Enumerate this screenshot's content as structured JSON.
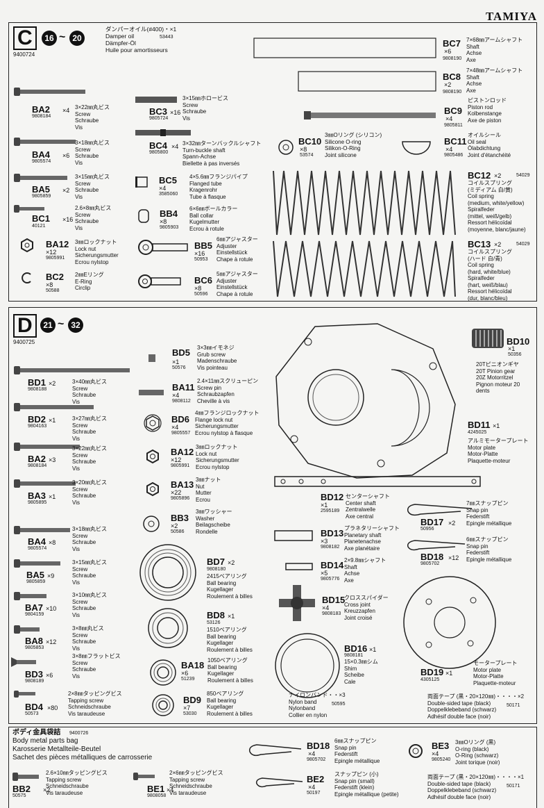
{
  "brand": "TAMIYA",
  "section_c": {
    "letter": "C",
    "from": "16",
    "to": "20",
    "number": "9400724",
    "oil": {
      "title": "ダンパーオイル(#400)・×1",
      "en": "Damper oil",
      "de": "Dämpfer-Öl",
      "fr": "Huile pour amortisseurs",
      "pn": "53443"
    },
    "parts": [
      {
        "code": "BA2",
        "qty": "×4",
        "pn": "9808184",
        "desc": "3×22㎜丸ビス\nScrew\nSchraube\nVis"
      },
      {
        "code": "BA4",
        "qty": "×6",
        "pn": "9805574",
        "desc": "3×18㎜丸ビス\nScrew\nSchraube\nVis"
      },
      {
        "code": "BA5",
        "qty": "×2",
        "pn": "9805859",
        "desc": "3×15㎜丸ビス\nScrew\nSchraube\nVis"
      },
      {
        "code": "BC1",
        "qty": "×16",
        "pn": "40121",
        "desc": "2.6×8㎜丸ビス\nScrew\nSchraube\nVis"
      },
      {
        "code": "BA12",
        "qty": "×12",
        "pn": "9805991",
        "desc": "3㎜ロックナット\nLock nut\nSicherungsmutter\nEcrou nylstop"
      },
      {
        "code": "BC2",
        "qty": "×8",
        "pn": "50588",
        "desc": "2㎜Eリング\nE-Ring\nCirclip"
      },
      {
        "code": "BC3",
        "qty": "×16",
        "pn": "9805724",
        "desc": "3×15㎜ホロービス\nScrew\nSchraube\nVis"
      },
      {
        "code": "BC4",
        "qty": "×4",
        "pn": "9805800",
        "desc": "3×32㎜ターンバックルシャフト\nTurn-buckle shaft\nSpann-Achse\nBiellette à pas inversés"
      },
      {
        "code": "BC5",
        "qty": "×4",
        "pn": "3585060",
        "desc": "4×5.6㎜フランジパイプ\nFlanged tube\nKragenrohr\nTube à flasque"
      },
      {
        "code": "BB4",
        "qty": "×8",
        "pn": "9805903",
        "desc": "6×6㎜ボールカラー\nBall collar\nKugelmutter\nEcrou à rotule"
      },
      {
        "code": "BB5",
        "qty": "×16",
        "pn": "50953",
        "desc": "6㎜アジャスター\nAdjuster\nEinstellstück\nChape à rotule"
      },
      {
        "code": "BC6",
        "qty": "×8",
        "pn": "50596",
        "desc": "5㎜アジャスター\nAdjuster\nEinstellstück\nChape à rotule"
      },
      {
        "code": "BC10",
        "qty": "×8",
        "pn": "53574",
        "desc": "3㎜Oリング (シリコン)\nSilicone O-ring\nSilikon-O-Ring\nJoint silicone"
      },
      {
        "code": "BC7",
        "qty": "×6",
        "pn": "9808190",
        "desc": "7×68㎜アームシャフト\nShaft\nAchse\nAxe"
      },
      {
        "code": "BC8",
        "qty": "×2",
        "pn": "9808190",
        "desc": "7×48㎜アームシャフト\nShaft\nAchse\nAxe"
      },
      {
        "code": "BC9",
        "qty": "×4",
        "pn": "9805811",
        "desc": "ピストンロッド\nPiston rod\nKolbenstange\nAxe de piston"
      },
      {
        "code": "BC11",
        "qty": "×4",
        "pn": "9805486",
        "desc": "オイルシール\nOil seal\nÖlabdichtung\nJoint d'étanchéité"
      },
      {
        "code": "BC12",
        "qty": "×2",
        "pn": "54029",
        "desc": "コイルスプリング\n(ミディアム 白/黄)\nCoil spring\n(medium, white/yellow)\nSpiralfeder\n(mittel, weiß/gelb)\nRessort hélicoïdal\n(moyenne, blanc/jaune)"
      },
      {
        "code": "BC13",
        "qty": "×2",
        "pn": "54029",
        "desc": "コイルスプリング\n(ハード 白/青)\nCoil spring\n(hard, white/blue)\nSpiralfeder\n(hart, weiß/blau)\nRessort hélicoïdal\n(dur, blanc/bleu)"
      }
    ]
  },
  "section_d": {
    "letter": "D",
    "from": "21",
    "to": "32",
    "number": "9400725",
    "parts": [
      {
        "code": "BD1",
        "qty": "×2",
        "pn": "9808188",
        "desc": "3×40㎜丸ビス\nScrew\nSchraube\nVis"
      },
      {
        "code": "BD2",
        "qty": "×1",
        "pn": "9804163",
        "desc": "3×27㎜丸ビス\nScrew\nSchraube\nVis"
      },
      {
        "code": "BA2",
        "qty": "×3",
        "pn": "9808184",
        "desc": "3×22㎜丸ビス\nScrew\nSchraube\nVis"
      },
      {
        "code": "BA3",
        "qty": "×1",
        "pn": "9805895",
        "desc": "3×20㎜丸ビス\nScrew\nSchraube\nVis"
      },
      {
        "code": "BA4",
        "qty": "×8",
        "pn": "9805574",
        "desc": "3×18㎜丸ビス\nScrew\nSchraube\nVis"
      },
      {
        "code": "BA5",
        "qty": "×9",
        "pn": "9805859",
        "desc": "3×15㎜丸ビス\nScrew\nSchraube\nVis"
      },
      {
        "code": "BA7",
        "qty": "×10",
        "pn": "9804159",
        "desc": "3×10㎜丸ビス\nScrew\nSchraube\nVis"
      },
      {
        "code": "BA8",
        "qty": "×12",
        "pn": "9805853",
        "desc": "3×8㎜丸ビス\nScrew\nSchraube\nVis"
      },
      {
        "code": "BD3",
        "qty": "×6",
        "pn": "9808189",
        "desc": "3×8㎜フラットビス\nScrew\nSchraube\nVis"
      },
      {
        "code": "BD4",
        "qty": "×80",
        "pn": "50573",
        "desc": "2×8㎜タッピングビス\nTapping screw\nSchneidschraube\nVis taraudeuse"
      },
      {
        "code": "BD5",
        "qty": "×1",
        "pn": "50576",
        "desc": "3×3㎜イモネジ\nGrub screw\nMadenschraube\nVis pointeau"
      },
      {
        "code": "BA11",
        "qty": "×4",
        "pn": "9808112",
        "desc": "2.4×11㎜スクリューピン\nScrew pin\nSchraubzapfen\nCheville à vis"
      },
      {
        "code": "BD6",
        "qty": "×4",
        "pn": "9805557",
        "desc": "4㎜フランジロックナット\nFlange lock nut\nSicherungsmutter\nEcrou nylstop à flasque"
      },
      {
        "code": "BA12",
        "qty": "×12",
        "pn": "9805991",
        "desc": "3㎜ロックナット\nLock nut\nSicherungsmutter\nEcrou nylstop"
      },
      {
        "code": "BA13",
        "qty": "×22",
        "pn": "9805896",
        "desc": "3㎜ナット\nNut\nMutter\nEcrou"
      },
      {
        "code": "BB3",
        "qty": "×2",
        "pn": "50586",
        "desc": "3㎜ワッシャー\nWasher\nBeilagscheibe\nRondelle"
      },
      {
        "code": "BD7",
        "qty": "×2",
        "pn": "9808180",
        "desc": "2415ベアリング\nBall bearing\nKugellager\nRoulement à billes"
      },
      {
        "code": "BD8",
        "qty": "×1",
        "pn": "53126",
        "desc": "1510ベアリング\nBall bearing\nKugellager\nRoulement à billes"
      },
      {
        "code": "BA18",
        "qty": "×6",
        "pn": "51239",
        "desc": "1050ベアリング\nBall bearing\nKugellager\nRoulement à billes"
      },
      {
        "code": "BD9",
        "qty": "×7",
        "pn": "53030",
        "desc": "850ベアリング\nBall bearing\nKugellager\nRoulement à billes"
      },
      {
        "code": "BD10",
        "qty": "×1",
        "pn": "50356",
        "desc": "20Tピニオンギヤ\n20T Pinion gear\n20Z Motorritzel\nPignon moteur 20\ndents"
      },
      {
        "code": "BD11",
        "qty": "×1",
        "pn": "4245025",
        "desc": "アルミモータープレート\nMotor plate\nMotor-Platte\nPlaquette-moteur"
      },
      {
        "code": "BD12",
        "qty": "×1",
        "pn": "2595189",
        "desc": "センターシャフト\nCenter shaft\nZentralwelle\nAxe central"
      },
      {
        "code": "BD13",
        "qty": "×3",
        "pn": "9808182",
        "desc": "プラネタリーシャフト\nPlanetary shaft\nPlanetenachse\nAxe planétaire"
      },
      {
        "code": "BD14",
        "qty": "×5",
        "pn": "9805776",
        "desc": "2×9.8㎜シャフト\nShaft\nAchse\nAxe"
      },
      {
        "code": "BD15",
        "qty": "×4",
        "pn": "9808183",
        "desc": "クロススパイダー\nCross joint\nKreuzzapfen\nJoint croisé"
      },
      {
        "code": "BD16",
        "qty": "×1",
        "pn": "9808181",
        "desc": "15×0.3㎜シム\nShim\nScheibe\nCale"
      },
      {
        "code": "BD17",
        "qty": "×2",
        "pn": "50956",
        "desc": "7㎜スナップピン\nSnap pin\nFederstift\nEpingle métallique"
      },
      {
        "code": "BD18",
        "qty": "×12",
        "pn": "9805702",
        "desc": "6㎜スナップピン\nSnap pin\nFederstift\nEpingle métallique"
      },
      {
        "code": "BD19",
        "qty": "×1",
        "pn": "4305125",
        "desc": "モータープレート\nMotor plate\nMotor-Platte\nPlaquette-moteur"
      }
    ],
    "nylon": {
      "desc": "ナイロンバンド・・×3\nNylon band\nNylonband\nCollier en nylon",
      "pn": "50595"
    },
    "tape": {
      "desc": "両面テープ (黒・20×120㎜)・・・・×2\nDouble-sided tape (black)\nDoppelklebeband (schwarz)\nAdhésif double face (noir)",
      "pn": "50171"
    }
  },
  "bag": {
    "title_jp": "ボディ金具袋詰",
    "number": "9400726",
    "title_en": "Body metal parts bag",
    "title_de": "Karosserie Metallteile-Beutel",
    "title_fr": "Sachet des pièces métalliques de carrosserie",
    "parts": [
      {
        "code": "BD18",
        "qty": "×4",
        "pn": "9805702",
        "desc": "6㎜スナップピン\nSnap pin\nFederstift\nEpingle métallique"
      },
      {
        "code": "BE3",
        "qty": "×4",
        "pn": "9805240",
        "desc": "3㎜Oリング (黒)\nO-ring (black)\nO-Ring (schwarz)\nJoint torique (noir)"
      },
      {
        "code": "BB2",
        "qty": "×2",
        "pn": "50575",
        "desc": "2.6×10㎜タッピングビス\nTapping screw\nSchneidschraube\nVis taraudeuse"
      },
      {
        "code": "BE1",
        "qty": "×4",
        "pn": "9808058",
        "desc": "2×6㎜タッピングビス\nTapping screw\nSchneidschraube\nVis taraudeuse"
      },
      {
        "code": "BE2",
        "qty": "×4",
        "pn": "50197",
        "desc": "スナップピン (小)\nSnap pin (small)\nFederstift (klein)\nEpingle métallique (petite)"
      }
    ],
    "tape": {
      "desc": "両面テープ (黒・20×120㎜)・・・・×1\nDouble-sided tape (black)\nDoppelklebeband (schwarz)\nAdhésif double face (noir)",
      "pn": "50171"
    }
  }
}
